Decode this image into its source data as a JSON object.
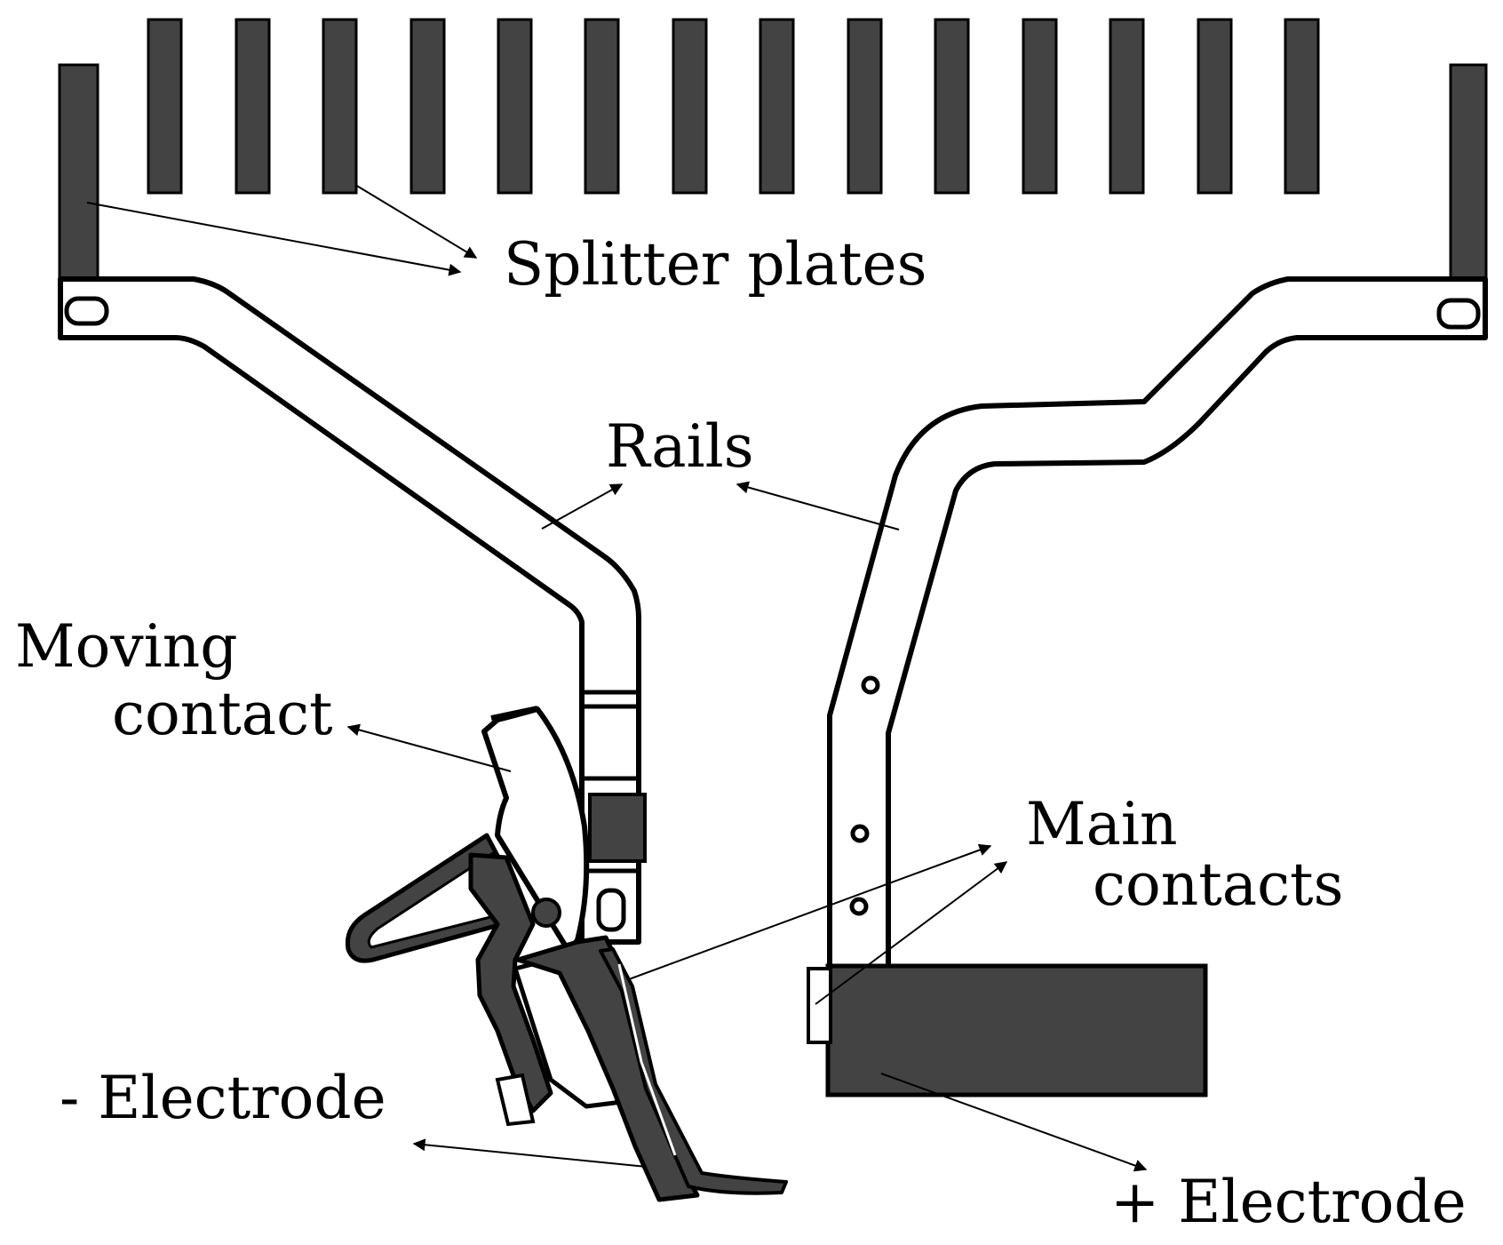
{
  "labels": {
    "splitter_plates": "Splitter plates",
    "rails": "Rails",
    "moving_contact_line1": "Moving",
    "moving_contact_line2": "contact",
    "main_contacts_line1": "Main",
    "main_contacts_line2": "contacts",
    "neg_electrode": "- Electrode",
    "pos_electrode": "+ Electrode"
  },
  "colors": {
    "part_fill": "#434343",
    "outline": "#000000",
    "background": "#ffffff"
  }
}
